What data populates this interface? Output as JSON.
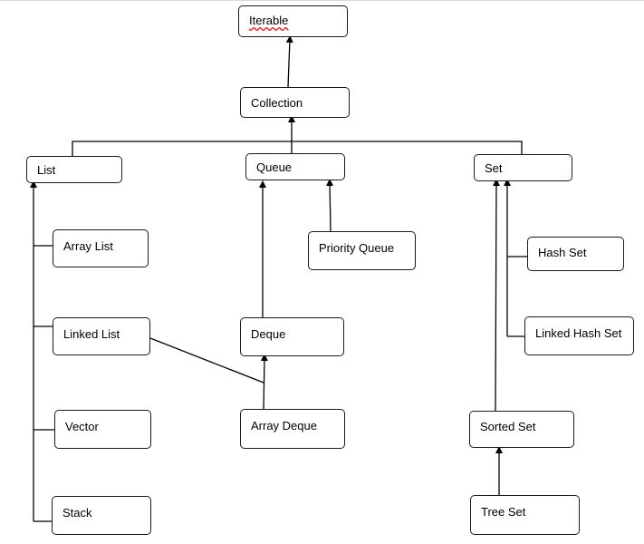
{
  "diagram": {
    "nodes": {
      "iterable": "Iterable",
      "collection": "Collection",
      "list": "List",
      "queue": "Queue",
      "set": "Set",
      "array_list": "Array List",
      "linked_list": "Linked List",
      "vector": "Vector",
      "stack": "Stack",
      "priority_queue": "Priority Queue",
      "deque": "Deque",
      "array_deque": "Array Deque",
      "hash_set": "Hash Set",
      "linked_hash_set": "Linked Hash Set",
      "sorted_set": "Sorted Set",
      "tree_set": "Tree Set"
    },
    "edges": [
      [
        "collection",
        "iterable"
      ],
      [
        "list",
        "collection"
      ],
      [
        "queue",
        "collection"
      ],
      [
        "set",
        "collection"
      ],
      [
        "array_list",
        "list"
      ],
      [
        "linked_list",
        "list"
      ],
      [
        "vector",
        "list"
      ],
      [
        "stack",
        "list"
      ],
      [
        "deque",
        "queue"
      ],
      [
        "priority_queue",
        "queue"
      ],
      [
        "array_deque",
        "deque"
      ],
      [
        "linked_list",
        "deque"
      ],
      [
        "hash_set",
        "set"
      ],
      [
        "linked_hash_set",
        "set"
      ],
      [
        "sorted_set",
        "set"
      ],
      [
        "tree_set",
        "sorted_set"
      ]
    ]
  }
}
